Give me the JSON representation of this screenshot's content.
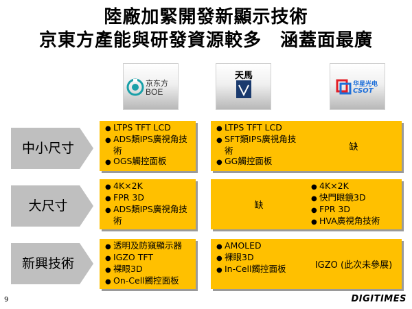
{
  "title": {
    "line1": "陸廠加緊開發新顯示技術",
    "line2": "京東方產能與研發資源較多　涵蓋面最廣"
  },
  "logos": {
    "boe": {
      "text_cn": "京东方",
      "text_en": "BOE"
    },
    "tianma": {
      "text": "天馬"
    },
    "csot": {
      "text_cn": "华星光电",
      "text_en": "CSOT"
    }
  },
  "rows": [
    {
      "label": "中小尺寸"
    },
    {
      "label": "大尺寸"
    },
    {
      "label": "新興技術"
    }
  ],
  "cells": {
    "r1c1": [
      "LTPS TFT LCD",
      "ADS類IPS廣視角技術",
      "OGS觸控面板"
    ],
    "r1c2": [
      "LTPS TFT LCD",
      "SFT類IPS廣視角技術",
      "GG觸控面板"
    ],
    "r1c3": "缺",
    "r2c1": [
      "4K×2K",
      "FPR 3D",
      "ADS類IPS廣視角技術"
    ],
    "r2c2": "缺",
    "r2c3": [
      "4K×2K",
      "快門眼鏡3D",
      "FPR 3D",
      "HVA廣視角技術"
    ],
    "r3c1": [
      "透明及防窺顯示器",
      "IGZO TFT",
      "裸眼3D",
      "On-Cell觸控面板"
    ],
    "r3c2": [
      "AMOLED",
      "裸眼3D",
      "In-Cell觸控面板"
    ],
    "r3c3": "IGZO (此次未參展)"
  },
  "footer": {
    "page": "9",
    "brand": "DIGITIMES"
  },
  "colors": {
    "cell": "#ffc000",
    "chevron": "#bfbfbf"
  }
}
